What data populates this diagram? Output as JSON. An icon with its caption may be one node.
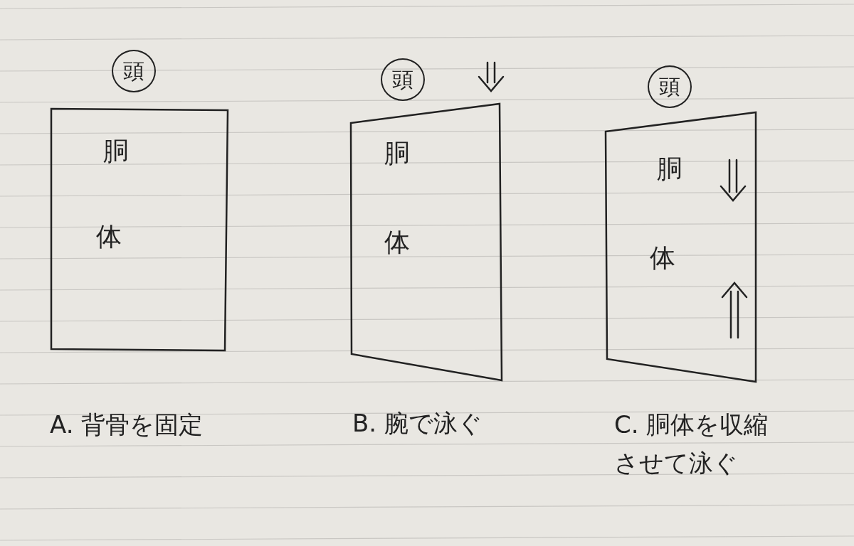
{
  "diagram": {
    "nodes": [
      {
        "text": [
          "頭"
        ]
      },
      {
        "text": [
          "胴",
          "体"
        ],
        "beside": [
          "A. 背骨を固定"
        ]
      },
      {
        "text": [
          "頭"
        ]
      },
      {
        "text": [
          "胴",
          "体"
        ],
        "beside": [
          "B. 腕で泳ぐ"
        ]
      },
      {
        "text": [
          "頭"
        ]
      },
      {
        "text": [
          "胴",
          "体"
        ],
        "beside": [
          "C. 胴体を収縮させて泳ぐ"
        ]
      }
    ],
    "edges": []
  }
}
